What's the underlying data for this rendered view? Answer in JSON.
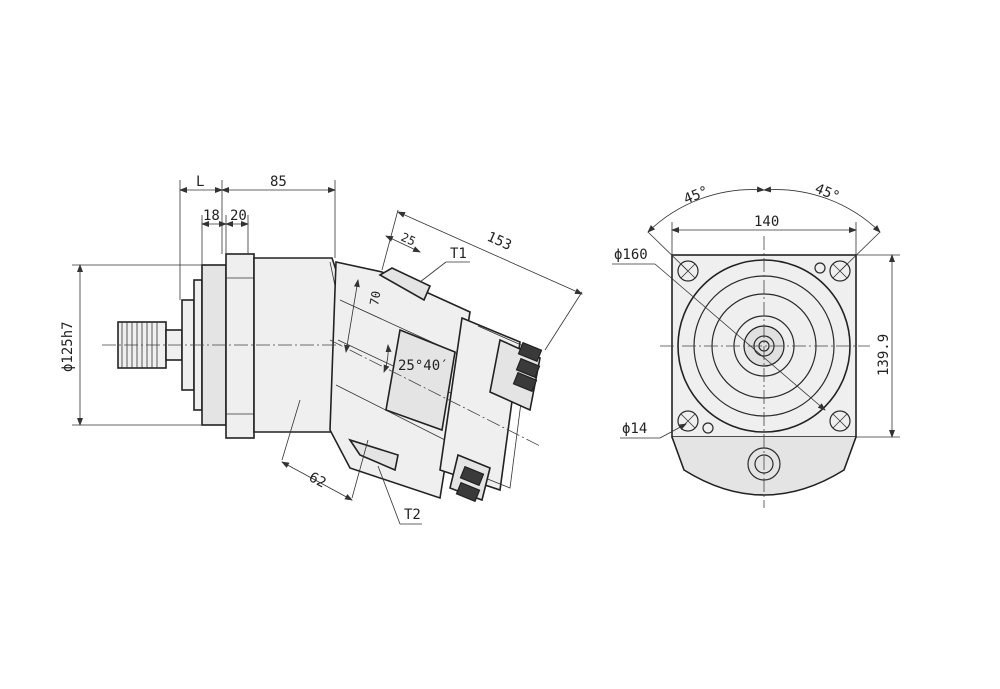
{
  "dimensions": {
    "L": "L",
    "d85": "85",
    "d18": "18",
    "d20": "20",
    "d125": "ϕ125h7",
    "d25": "25",
    "d153": "153",
    "T1": "T1",
    "d70": "70",
    "angle": "25°40′",
    "d62": "62",
    "T2": "T2",
    "a45L": "45°",
    "a45R": "45°",
    "d140": "140",
    "d160": "ϕ160",
    "d139": "139.9",
    "d14": "ϕ14"
  }
}
